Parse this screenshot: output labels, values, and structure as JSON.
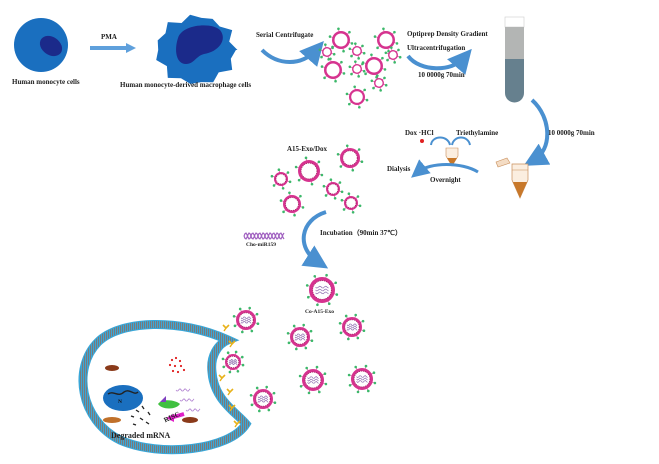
{
  "diagram": {
    "type": "biological-workflow",
    "colors": {
      "cell_blue": "#1a6fbf",
      "nucleus_navy": "#1b2a8a",
      "arrow_blue": "#4a90d0",
      "exosome_pink": "#d6338f",
      "exosome_green": "#3cb86a",
      "tube_gray": "#b3b5b4",
      "tube_slate": "#66808e",
      "pellet_brown": "#c8782a",
      "membrane_gray": "#8a8a8a",
      "membrane_cyan": "#3aa7d8",
      "receptor_yellow": "#e8b21a",
      "risc_magenta": "#e020c8",
      "dox_red": "#e02020"
    },
    "labels": {
      "monocyte": "Human monocyte cells",
      "pma": "PMA",
      "macrophage": "Human monocyte-derived macrophage cells",
      "serial_centrifugate": "Serial Centrifugate",
      "optiprep": "Optiprep Density Gradient",
      "ultracentrifugation": "Ultracentrifugation",
      "speed_1": "10 0000g 70min",
      "speed_2": "10 0000g 70min",
      "dox_hcl": "Dox ·HCl",
      "triethylamine": "Triethylamine",
      "dialysis": "Dialysis",
      "overnight": "Overnight",
      "a15_exo_dox": "A15-Exo/Dox",
      "incubation": "Incubation（90min   37℃）",
      "cho_mir": "Cho-miR159",
      "co_a15_exo": "Co-A15-Exo",
      "nucleus_n": "N",
      "risc": "RISC",
      "degraded_mrna": "Degraded mRNA"
    }
  }
}
